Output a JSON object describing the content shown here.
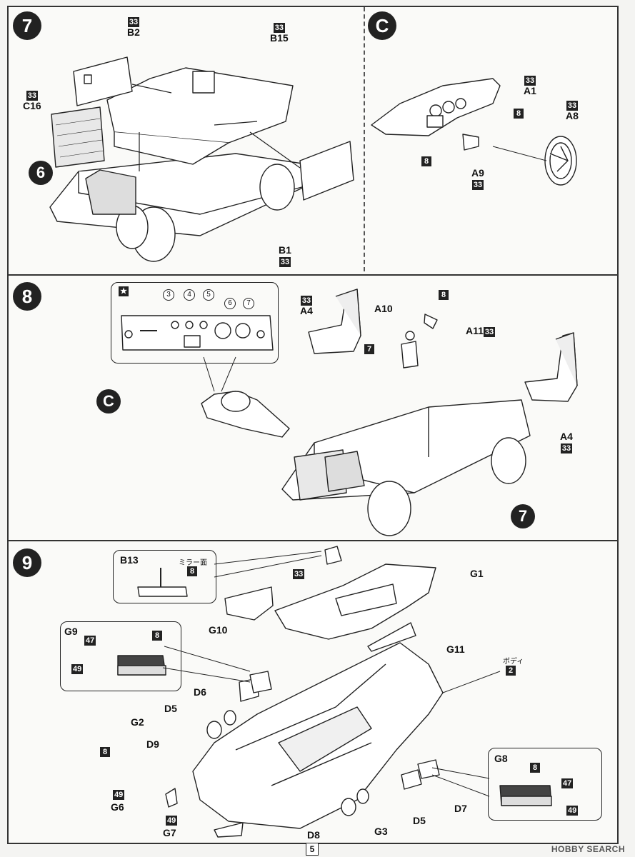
{
  "page_number": "5",
  "watermark": "HOBBY SEARCH",
  "step7": {
    "number": "7",
    "sub_number": "6",
    "parts": {
      "b2": {
        "code": "B2",
        "color": "33"
      },
      "b15": {
        "code": "B15",
        "color": "33"
      },
      "c16": {
        "code": "C16",
        "color": "33"
      },
      "b1": {
        "code": "B1",
        "color": "33"
      }
    }
  },
  "stepC": {
    "letter": "C",
    "parts": {
      "a1": {
        "code": "A1",
        "color": "33"
      },
      "a1_8": "8",
      "a8": {
        "code": "A8",
        "color": "33"
      },
      "left_8": "8",
      "a9": {
        "code": "A9",
        "color": "33"
      }
    }
  },
  "step8": {
    "number": "8",
    "sub_letter": "C",
    "sub_number": "7",
    "inset": {
      "star": "★",
      "gauges": [
        "3",
        "4",
        "5",
        "6",
        "7"
      ]
    },
    "parts": {
      "a4_left": {
        "code": "A4",
        "color": "33"
      },
      "a10": {
        "code": "A10",
        "color": "7"
      },
      "a11": {
        "code": "A11",
        "color": "33",
        "top": "8"
      },
      "a4_right": {
        "code": "A4",
        "color": "33"
      }
    }
  },
  "step9": {
    "number": "9",
    "b13": {
      "code": "B13",
      "mirror_label": "ミラー面",
      "mirror_color": "8",
      "part_color": "33"
    },
    "g9": {
      "code": "G9",
      "c1": "47",
      "c2": "8",
      "c3": "49"
    },
    "g8": {
      "code": "G8",
      "c1": "8",
      "c2": "47",
      "c3": "49"
    },
    "body": {
      "label": "ボディ",
      "color": "2"
    },
    "parts": {
      "g1": "G1",
      "g10": "G10",
      "g11": "G11",
      "d6": "D6",
      "d5a": "D5",
      "g2": "G2",
      "d9": "D9",
      "side8": "8",
      "g6": "G6",
      "g6_color": "49",
      "g7": "G7",
      "g7_color": "49",
      "d8": "D8",
      "g3": "G3",
      "d5b": "D5",
      "d7": "D7"
    }
  }
}
